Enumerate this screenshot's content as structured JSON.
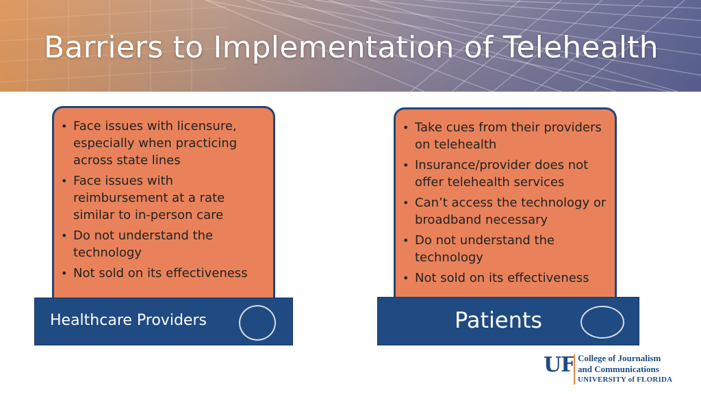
{
  "header": {
    "title": "Barriers to Implementation of Telehealth"
  },
  "providers": {
    "label": "Healthcare Providers",
    "items": [
      "Face issues with licensure, especially when practicing across state lines",
      "Face issues with reimbursement at a rate similar to in-person care",
      "Do not understand the technology",
      "Not sold on its effectiveness"
    ]
  },
  "patients": {
    "label": "Patients",
    "items": [
      "Take cues from their providers on telehealth",
      "Insurance/provider does not offer telehealth services",
      "Can’t access the technology or broadband necessary",
      "Do not understand the technology",
      "Not sold on its effectiveness"
    ]
  },
  "logo": {
    "mark": "UF",
    "line1": "College of Journalism",
    "line2": "and Communications",
    "line3": "UNIVERSITY of FLORIDA"
  },
  "colors": {
    "card_orange": "#e9825a",
    "label_blue": "#1f4b82",
    "accent_orange": "#e98a3e"
  },
  "icons": {
    "bullet": "•",
    "ring": "circle-outline-icon"
  }
}
